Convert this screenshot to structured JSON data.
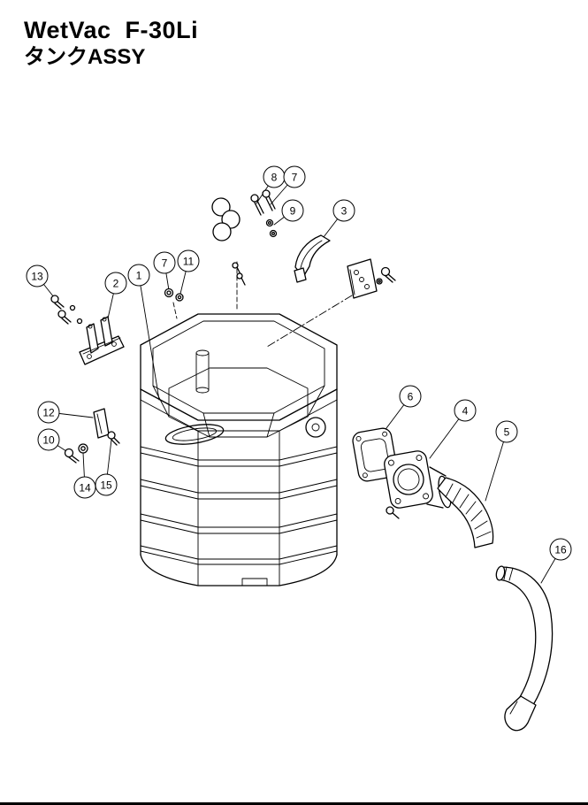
{
  "page": {
    "title": "WetVac  F-30Li",
    "subtitle": "タンクASSY"
  },
  "callouts": [
    {
      "label": "8"
    },
    {
      "label": "7"
    },
    {
      "label": "9"
    },
    {
      "label": "3"
    },
    {
      "label": "13"
    },
    {
      "label": "2"
    },
    {
      "label": "1"
    },
    {
      "label": "7"
    },
    {
      "label": "11"
    },
    {
      "label": "12"
    },
    {
      "label": "10"
    },
    {
      "label": "14"
    },
    {
      "label": "15"
    },
    {
      "label": "6"
    },
    {
      "label": "4"
    },
    {
      "label": "5"
    },
    {
      "label": "16"
    }
  ]
}
